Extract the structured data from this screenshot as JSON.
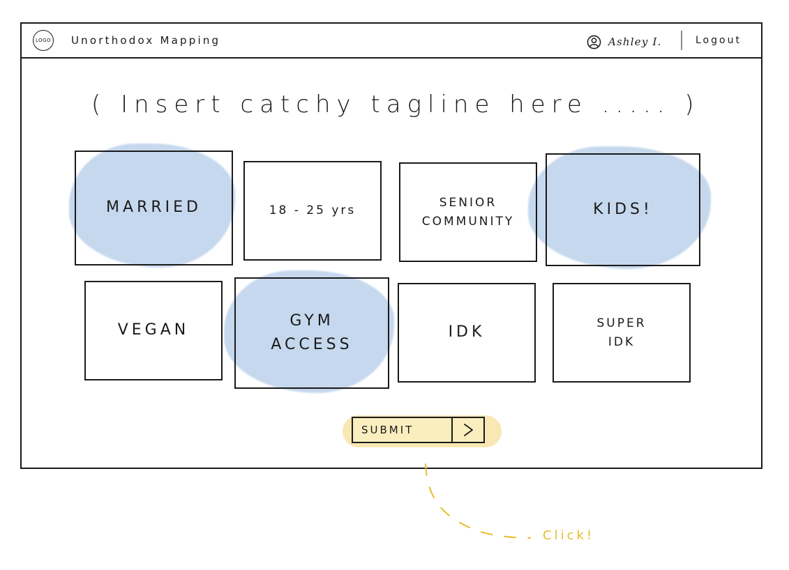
{
  "header": {
    "logo_text": "LOGO",
    "app_title": "Unorthodox Mapping",
    "user_name": "Ashley I.",
    "logout_label": "Logout"
  },
  "tagline": "( Insert catchy tagline here ..... )",
  "categories": [
    {
      "label": "MARRIED",
      "selected": true
    },
    {
      "label": "18 - 25 yrs",
      "selected": false
    },
    {
      "label": "SENIOR\nCOMMUNITY",
      "selected": false
    },
    {
      "label": "KIDS!",
      "selected": true
    },
    {
      "label": "VEGAN",
      "selected": false
    },
    {
      "label": "GYM\nACCESS",
      "selected": true
    },
    {
      "label": "IDK",
      "selected": false
    },
    {
      "label": "SUPER\nIDK",
      "selected": false
    }
  ],
  "submit": {
    "label": "SUBMIT",
    "arrow_icon": "chevron-right-icon"
  },
  "annotation": {
    "text": "Click!"
  },
  "colors": {
    "selected_highlight": "#c6d8ee",
    "submit_highlight": "#f9e8b4",
    "annotation": "#e6bd2a",
    "ink": "#1a1a1a"
  }
}
